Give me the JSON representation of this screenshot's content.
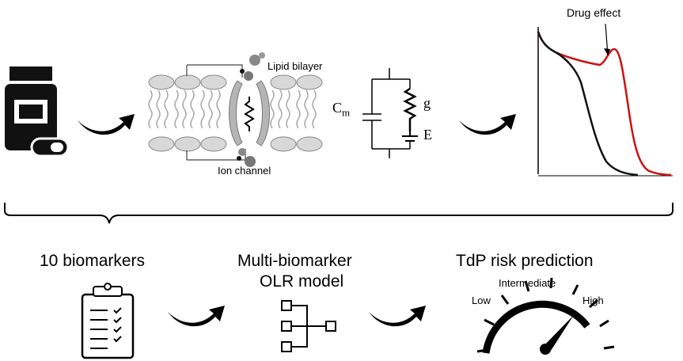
{
  "membrane": {
    "lipid_label": "Lipid bilayer",
    "channel_label": "Ion channel"
  },
  "circuit": {
    "cm_label": "C",
    "cm_sub": "m",
    "g_label": "g",
    "e_label": "E"
  },
  "trace": {
    "drug_label": "Drug effect",
    "control_color": "#111111",
    "drug_color": "#cc1111"
  },
  "pipeline": {
    "biomarkers_label": "10 biomarkers",
    "model_label_line1": "Multi-biomarker",
    "model_label_line2": "OLR model",
    "risk_label": "TdP risk prediction"
  },
  "gauge": {
    "low": "Low",
    "intermediate": "Intermediate",
    "high": "High",
    "level": 0.85
  },
  "icons": [
    "pill-bottle-icon",
    "pill-icon",
    "clipboard-checklist-icon",
    "hierarchy-tree-icon",
    "gauge-icon",
    "curved-arrow-icon"
  ]
}
